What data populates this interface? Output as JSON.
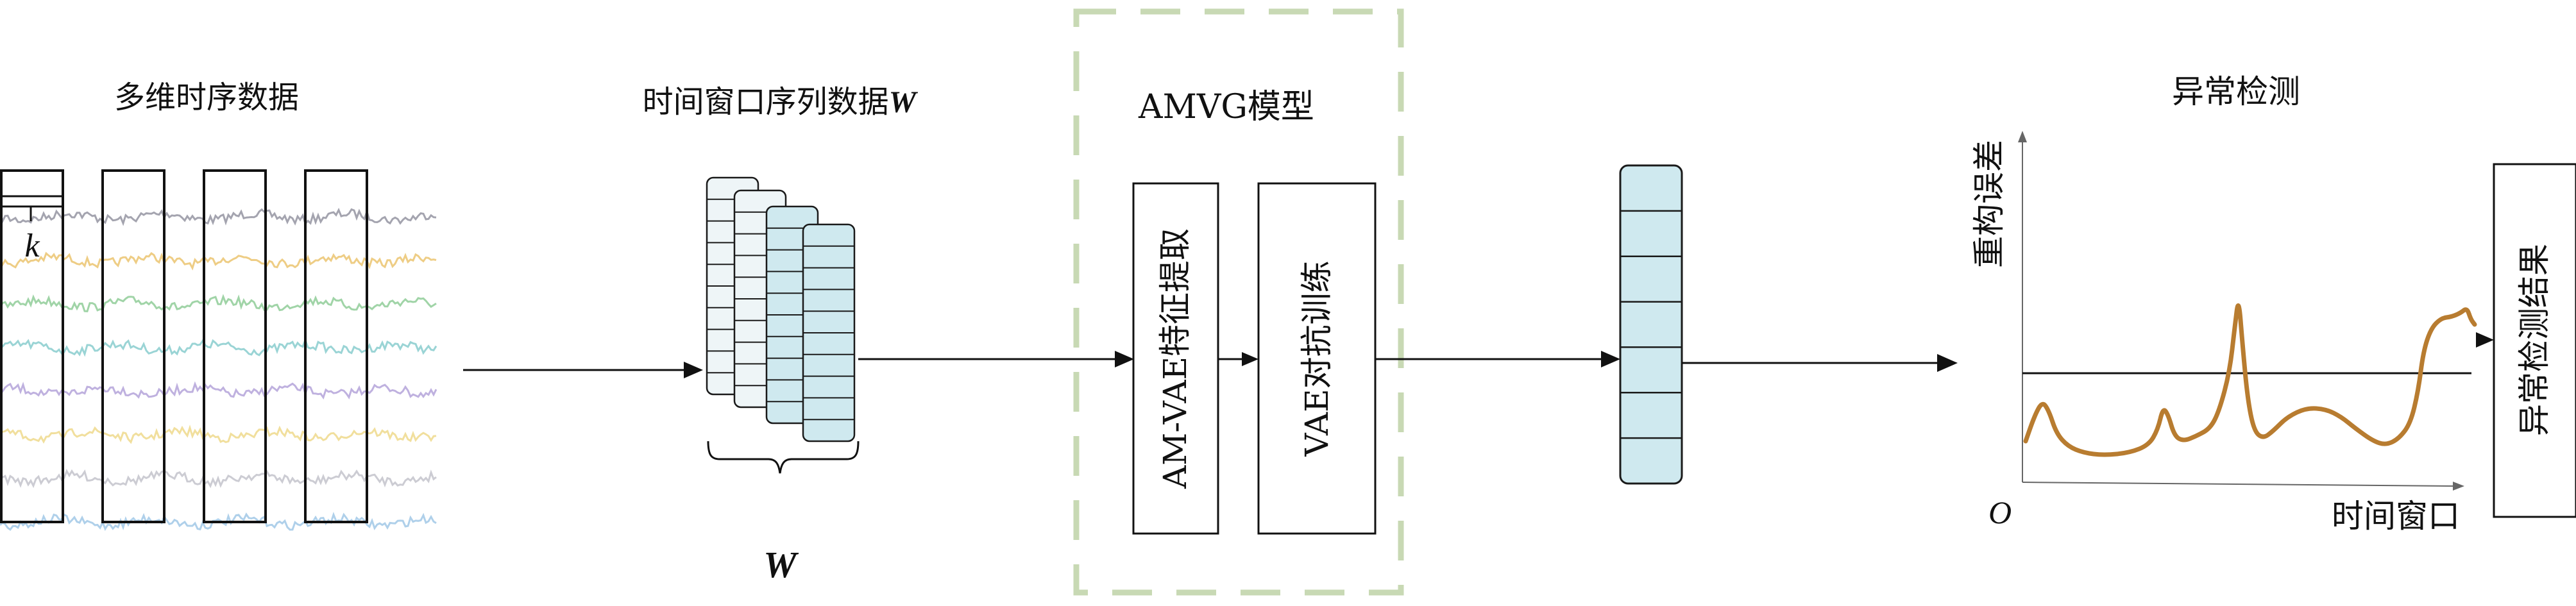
{
  "titles": {
    "multivariate": "多维时序数据",
    "window_seq_prefix": "时间窗口序列数据",
    "window_seq_symbol": "W",
    "amvg_model": "AMVG模型",
    "anomaly_detection": "异常检测"
  },
  "labels": {
    "window_k": "k",
    "brace_w": "W",
    "am_vae_block": "AM-VAE特征提取",
    "vae_adv_block": "VAE对抗训练",
    "result_block": "异常检测结果",
    "y_axis": "重构误差",
    "x_axis": "时间窗口",
    "origin": "O"
  },
  "colors": {
    "stripe_cell_fill": "#cfe9ef",
    "back_cell_fill": "#eef5f7",
    "cell_stroke": "#1a1a1a",
    "dashed_box": "#c8d9b4",
    "error_curve": "#b87c30",
    "series": [
      "#9a9aa6",
      "#ecc878",
      "#96cf9d",
      "#8fcfd0",
      "#b8a8dc",
      "#f0dc92",
      "#c6c6ce",
      "#a6cbe8"
    ]
  },
  "icons": {
    "arrowhead": "filled-triangle-arrow"
  }
}
